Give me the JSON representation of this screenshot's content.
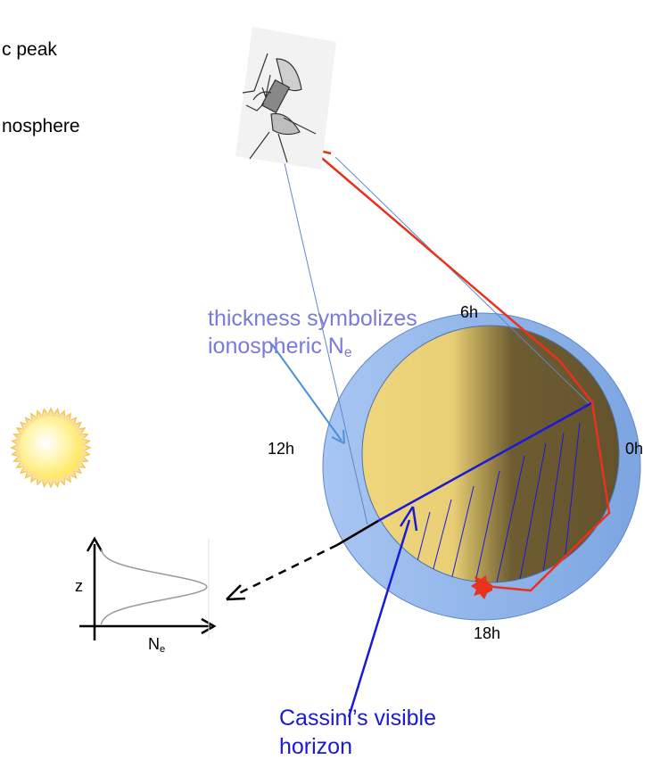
{
  "intro": {
    "line1": "c peak",
    "line2": "nosphere"
  },
  "labels": {
    "thickness_line1": "thickness symbolizes",
    "thickness_line2": "ionospheric N",
    "thickness_sub": "e",
    "lt_6h": "6h",
    "lt_12h": "12h",
    "lt_0h": "0h",
    "lt_18h": "18h",
    "horizon_line1": "Cassini’s visible",
    "horizon_line2": "horizon"
  },
  "profile_plot": {
    "y_label": "z",
    "x_label": "N",
    "x_label_sub": "e"
  },
  "colors": {
    "ionosphere": "#8fb4ea",
    "titan_day": "#ecd27a",
    "titan_night": "#6e5c32",
    "ray_path": "#e8321e",
    "horizon": "#1a1ad6",
    "legend_text": "#7a7ad8",
    "sun": "#ffe96a"
  },
  "icons": {
    "spacecraft": "cassini-spacecraft-icon",
    "sun": "sun-icon",
    "occultation_flash": "star-burst-icon"
  }
}
